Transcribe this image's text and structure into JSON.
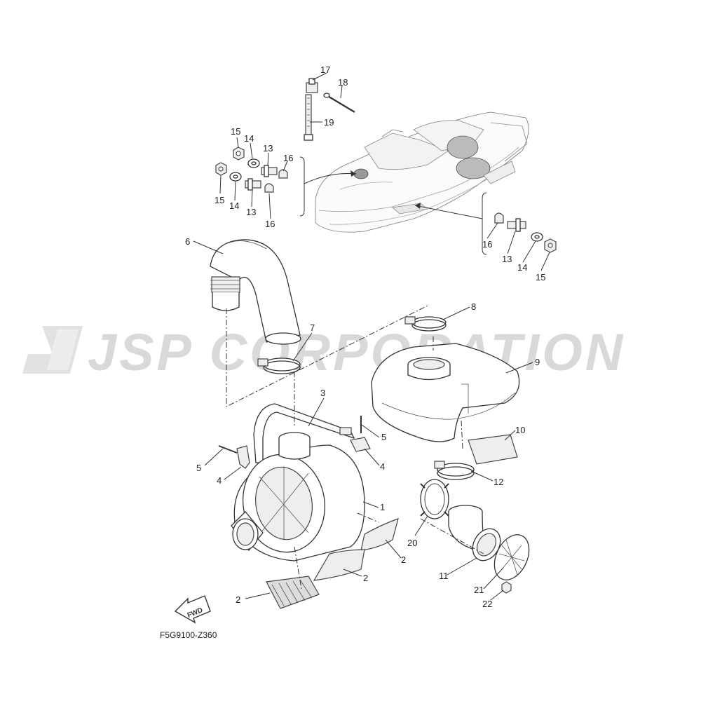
{
  "watermark": "JSP CORPORATION",
  "diagram_code": "F5G9100-Z360",
  "fwd_label": "FWD",
  "callouts": {
    "c1": "1",
    "c2a": "2",
    "c2b": "2",
    "c2c": "2",
    "c3": "3",
    "c4a": "4",
    "c4b": "4",
    "c5a": "5",
    "c5b": "5",
    "c6": "6",
    "c7": "7",
    "c8": "8",
    "c9": "9",
    "c10": "10",
    "c11": "11",
    "c12": "12",
    "c13a": "13",
    "c13b": "13",
    "c13c": "13",
    "c14a": "14",
    "c14b": "14",
    "c14c": "14",
    "c15a": "15",
    "c15b": "15",
    "c15c": "15",
    "c16a": "16",
    "c16b": "16",
    "c16c": "16",
    "c17": "17",
    "c18": "18",
    "c19": "19",
    "c20": "20",
    "c21": "21",
    "c22": "22"
  }
}
